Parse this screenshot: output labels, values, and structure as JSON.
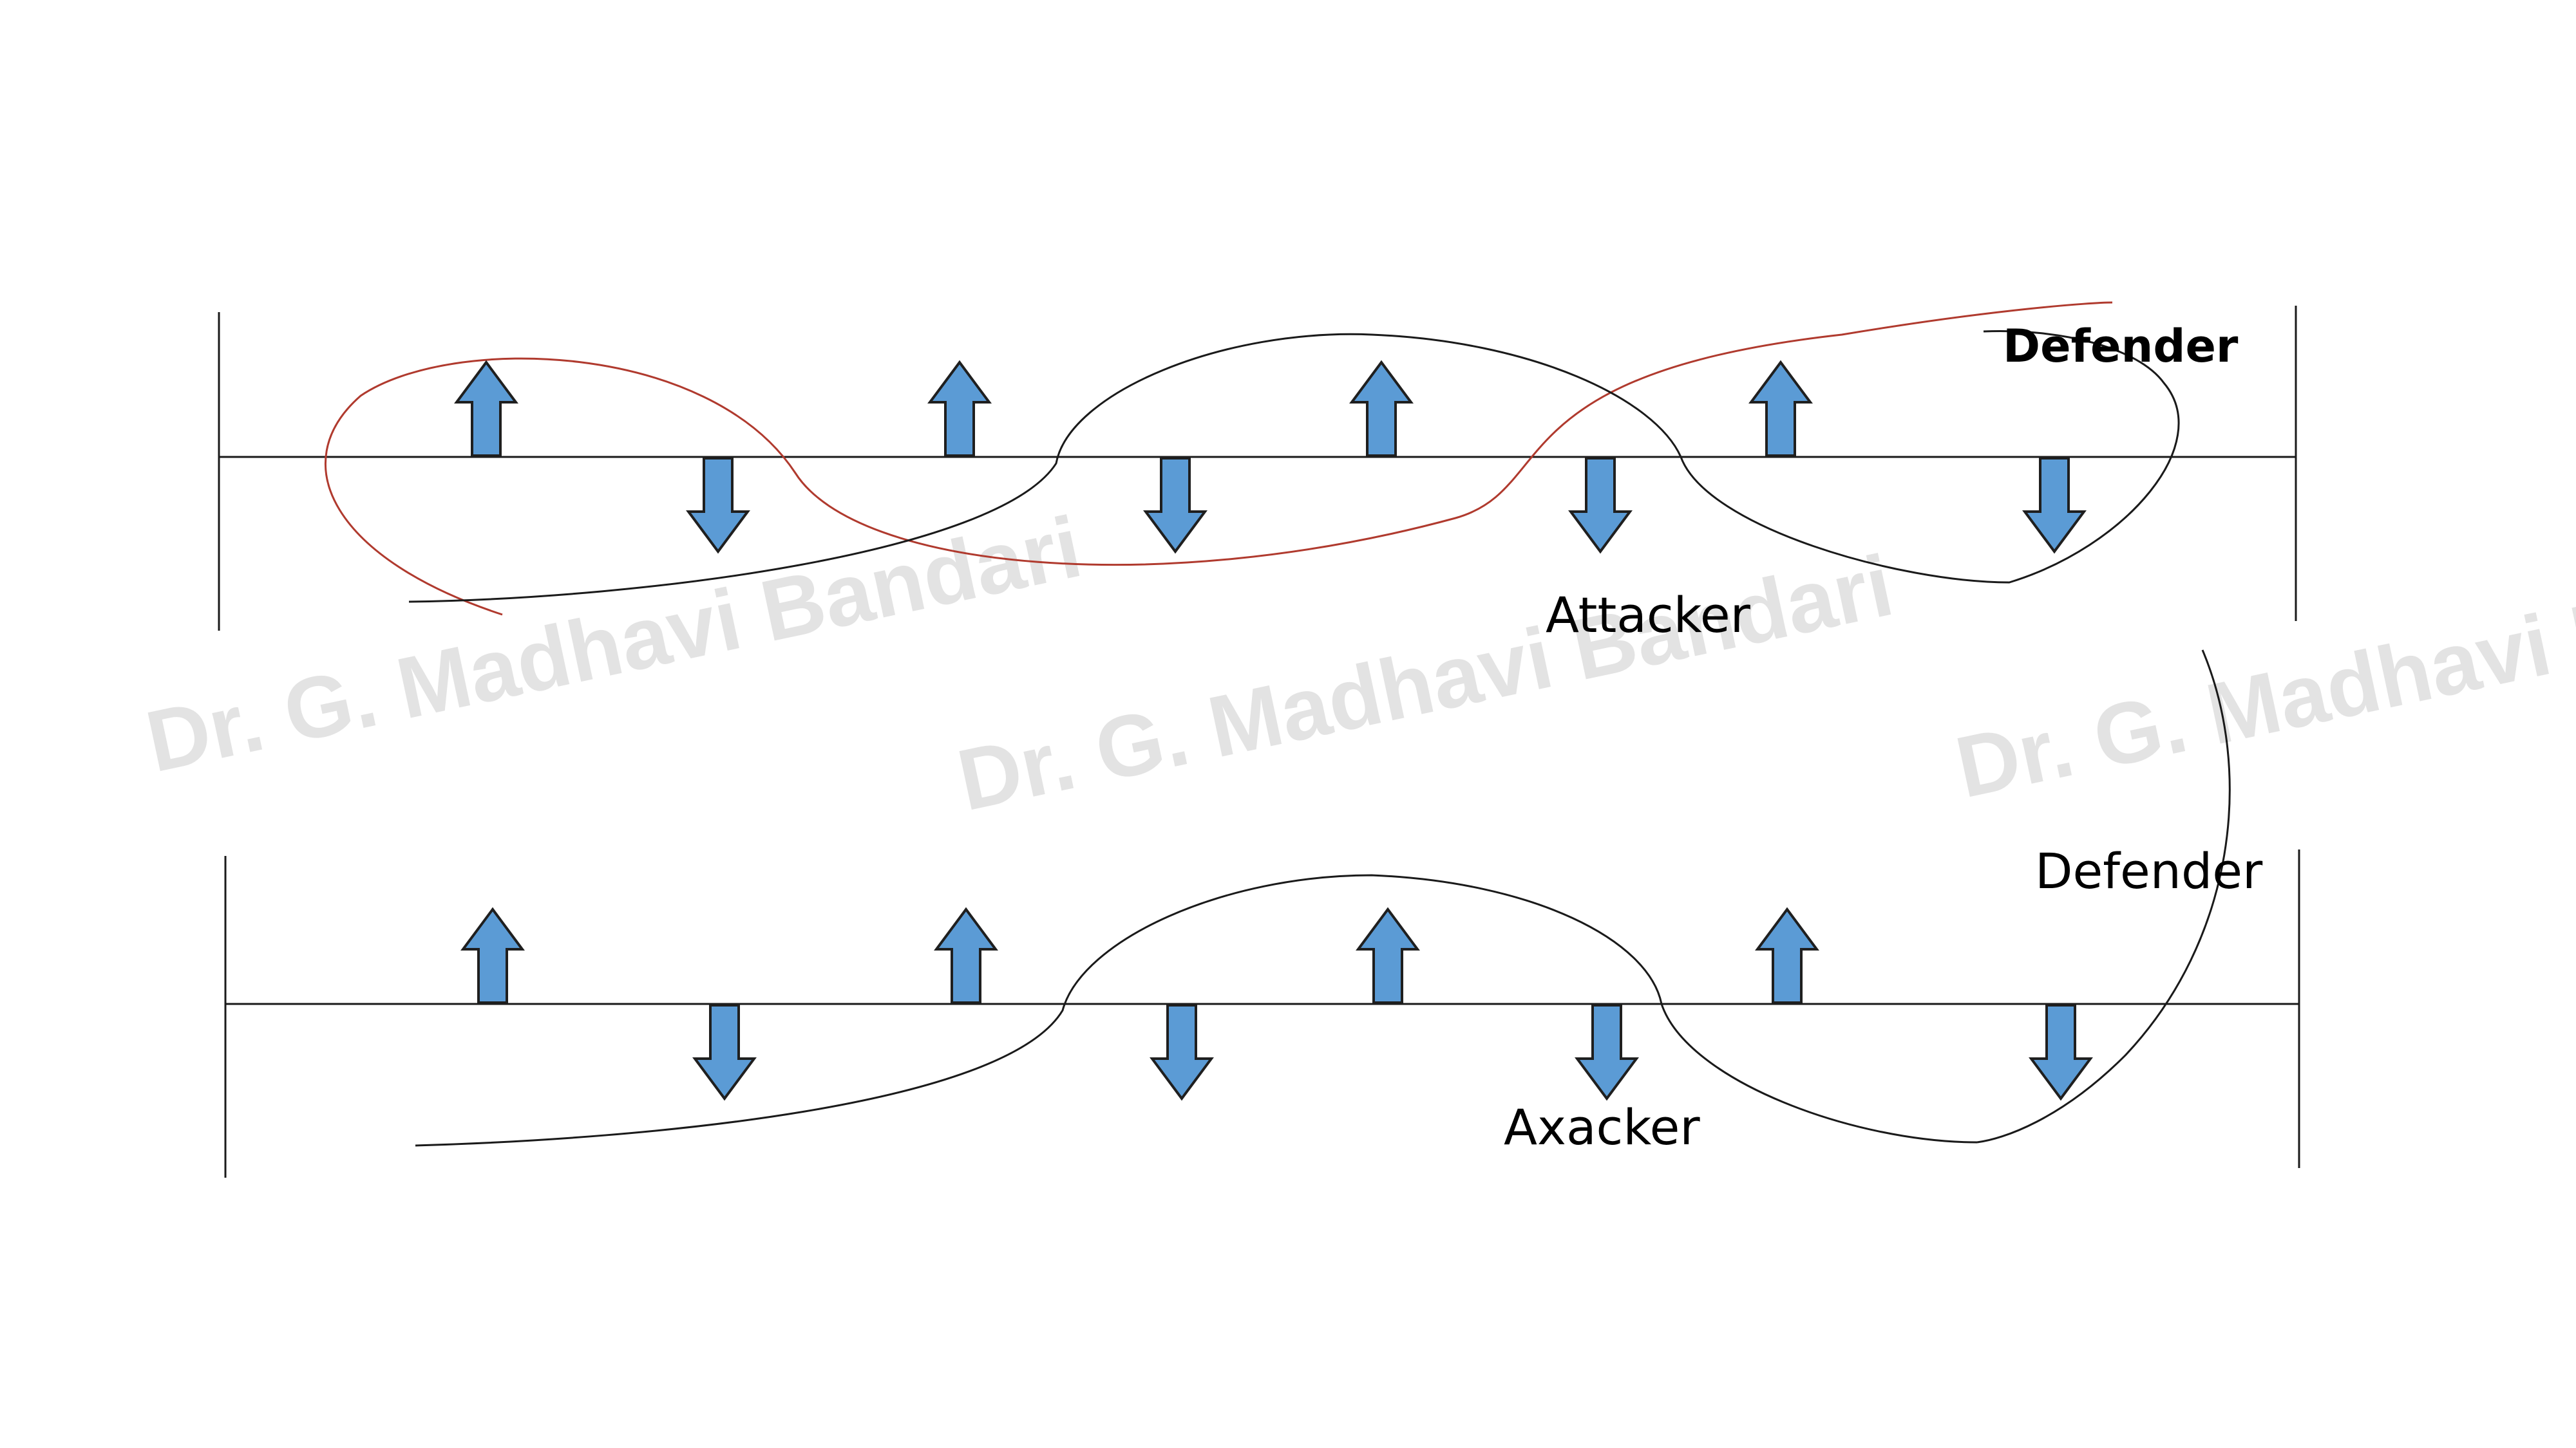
{
  "watermark_text": "Dr. G. Madhavi Bandari",
  "panels": [
    {
      "id": "top",
      "defender_label": "Defender",
      "attacker_label": "Attacker",
      "arrows": [
        "up",
        "down",
        "up",
        "down",
        "up",
        "down",
        "up",
        "down"
      ]
    },
    {
      "id": "bottom",
      "defender_label": "Defender",
      "attacker_label": "Axacker",
      "arrows": [
        "up",
        "down",
        "up",
        "down",
        "up",
        "down",
        "up",
        "down"
      ]
    }
  ],
  "colors": {
    "arrow_fill": "#5b9bd5",
    "arrow_stroke": "#1f1f1f",
    "defender_curve": "#b03a2e",
    "attacker_curve": "#1a1a1a",
    "axis_line": "#1a1a1a",
    "watermark": "#e3e3e3"
  }
}
